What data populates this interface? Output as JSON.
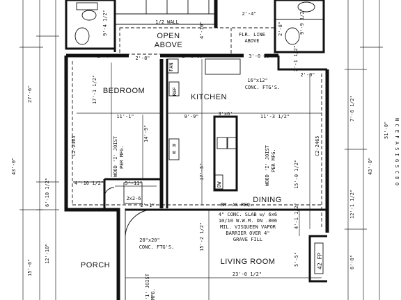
{
  "rooms": {
    "open_above": [
      "OPEN",
      "ABOVE"
    ],
    "bedroom": "BEDROOM",
    "kitchen": "KITCHEN",
    "dining": "DINING",
    "porch": "PORCH",
    "living_room": "LIVING ROOM"
  },
  "notes": {
    "half_wall": "1/2 WALL",
    "flr_line": [
      "FLR. LINE",
      "ABOVE"
    ],
    "footing_16x12": [
      "16\"x12\"",
      "CONC. FTG'S."
    ],
    "footing_20x20": [
      "20\"x20\"",
      "CONC. FTG'S."
    ],
    "joist_left": [
      "WOOD 'I' JOIST",
      "PER MFG."
    ],
    "joist_right": [
      "WOOD 'I' JOIST",
      "PER MFG."
    ],
    "joist_bottom": [
      "'I' JOIST",
      "MFG."
    ],
    "slab": [
      "4\" CONC. SLAB w/ 6x6",
      "10/10 W.W.M. ON .006",
      "MIL. VISQUEEN VAPOR",
      "BARRIER OVER 4\"",
      "GRAVE FILL"
    ],
    "bm_as_req": "BM. AS REQ.",
    "fireplace": "42 FP",
    "fan": "FAN",
    "ref": "REF",
    "mw": [
      "M",
      "W"
    ],
    "dw": "DW",
    "island": "3'x6'",
    "beam_left": "C2-2465",
    "beam_right": "C2-2465",
    "side_text": "N C E F A S I G S C D O"
  },
  "dimensions": {
    "d_9_4_half": "9'-4 1/2\"",
    "d_4_10": "4'-10\"",
    "d_2_4_top": "2'-4\"",
    "d_2_8_top": "2'-8\"",
    "d_9_9_half": "9'-9 1/2\"",
    "d_2_4": "2'-4\"",
    "d_2_8": "2'-8\"",
    "d_2_8_co": "2'-8 CO",
    "d_3_0_co": "3'-0 CO",
    "d_2_1_half": "2'-1 1/2\"",
    "d_2_0": "2'-0\"",
    "d_17_1_half": "17'-1 1/2\"",
    "d_11_1": "11'-1\"",
    "d_9_9": "9'-9\"",
    "d_11_3_half": "11'-3 1/2\"",
    "d_7_6_half": "7'-6 1/2\"",
    "d_14_9": "14'-9\"",
    "d_17_5": "17'-5\"",
    "d_15_0_half": "15'-0 1/2\"",
    "d_4_10_half": "4'-10 1/2\"",
    "d_5_11": "5'-11\"",
    "d_2x2_6": "2x2-6",
    "d_2_1": "2'-1\"",
    "d_6_10_half": "6'-10 1/2\"",
    "d_12_1_half": "12'-1 1/2\"",
    "d_4_1_half": "4'-1 1/2\"",
    "d_15_2_half": "15'-2 1/2\"",
    "d_5_5": "5'-5\"",
    "d_6_0": "6'-0\"",
    "d_23_0_half": "23'-0 1/2\"",
    "d_27_6": "27'-6\"",
    "d_43_0_left": "43'-0\"",
    "d_43_0_right": "43'-0\"",
    "d_51_0": "51'-0\"",
    "d_15_6": "15'-6\"",
    "d_12_10": "12'-10\""
  }
}
